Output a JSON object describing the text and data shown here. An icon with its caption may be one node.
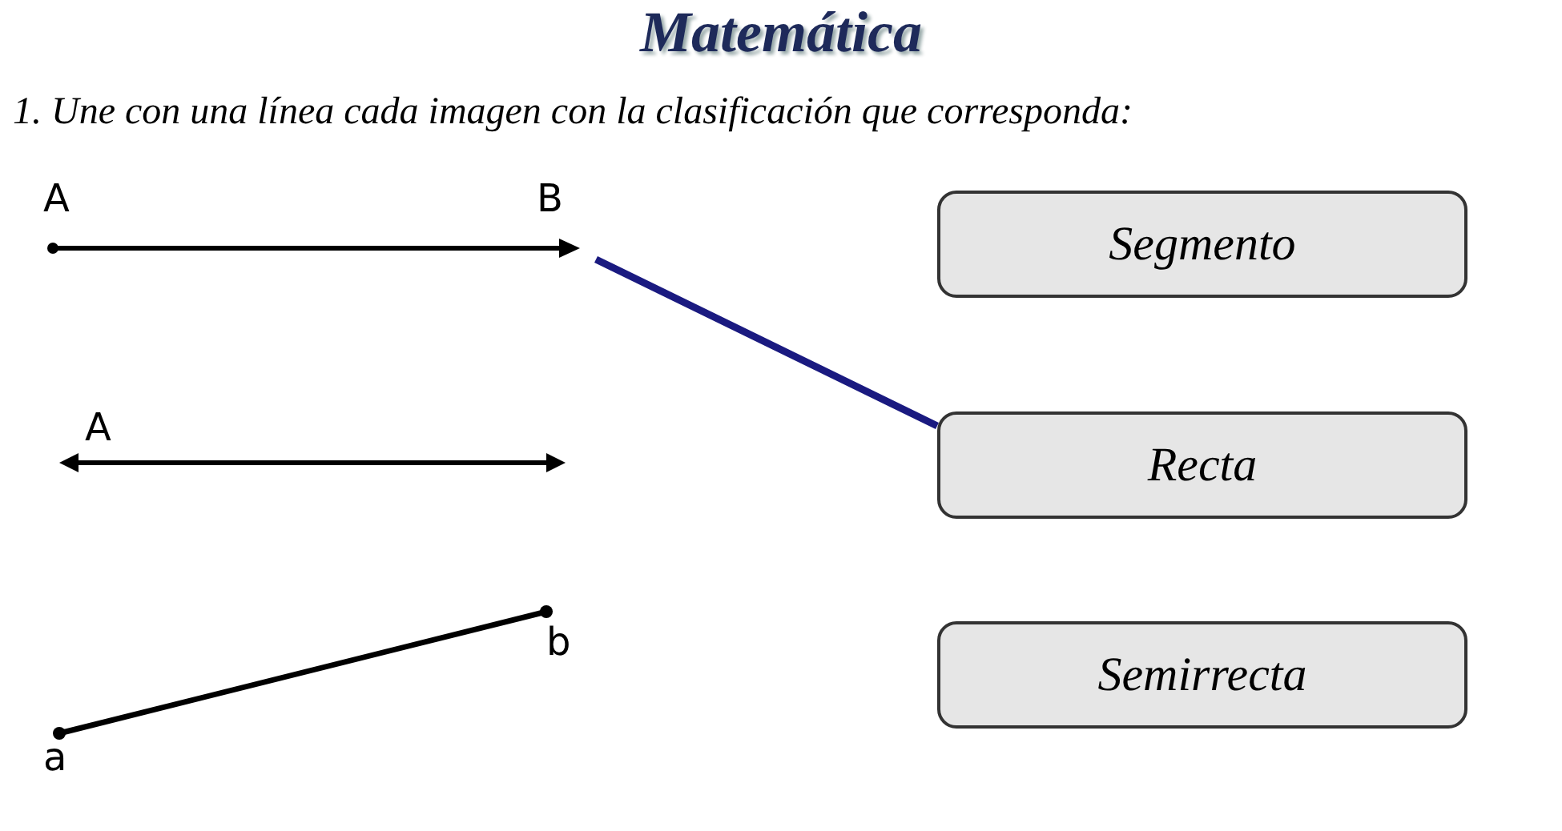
{
  "diagram": {
    "title": "Matemática",
    "nodes": [
      {
        "text": [],
        "shape": "picture",
        "beside": [
          "A",
          "B"
        ]
      },
      {
        "text": [],
        "shape": "picture",
        "beside": [
          "A"
        ]
      },
      {
        "text": [],
        "shape": "picture",
        "beside": [
          "b",
          "a"
        ]
      },
      {
        "text": [
          "Segmento"
        ]
      },
      {
        "text": [
          "Recta"
        ]
      },
      {
        "text": [
          "Semirrecta"
        ]
      }
    ],
    "edges": [
      {
        "from": 0,
        "to": 4,
        "arrow": "none",
        "color": "#1a1a80"
      }
    ],
    "labels": [
      "1. Une con una línea cada imagen con la clasificación que corresponda:"
    ]
  }
}
